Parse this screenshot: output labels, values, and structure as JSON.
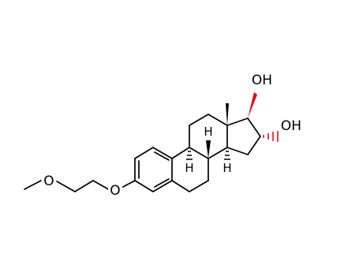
{
  "atoms": {
    "ether_o_methoxy": "O",
    "ether_o_aryl": "O",
    "oh_17": "OH",
    "oh_16": "OH",
    "h_8": "H",
    "h_9": "H",
    "h_14": "H"
  },
  "colors": {
    "carbon_bond": "#000000",
    "oxygen_label": "#e8000b",
    "background": "#ffffff"
  }
}
